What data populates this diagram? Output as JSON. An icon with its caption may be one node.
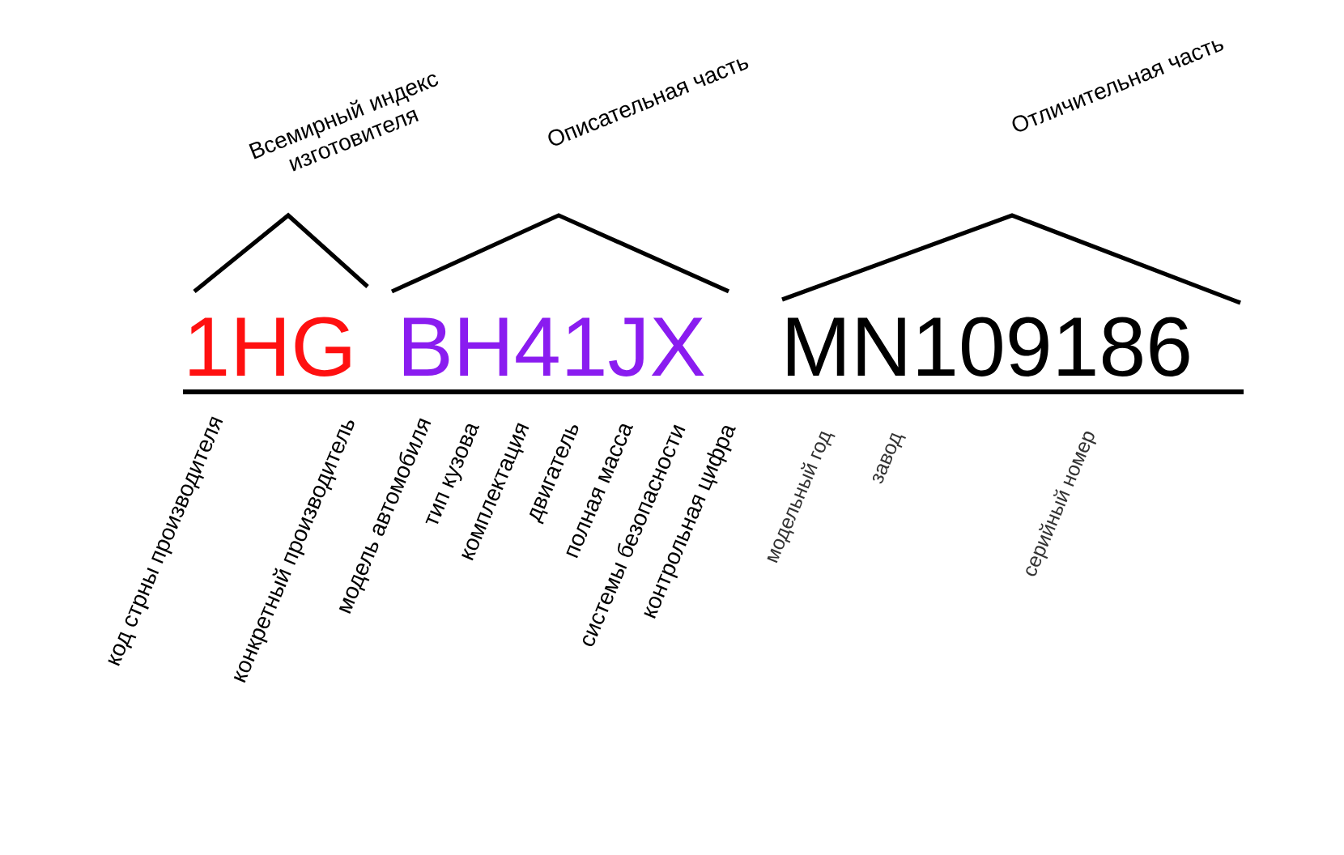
{
  "diagram": {
    "labels": [
      "Всемирный индекс изготовителя",
      "Описательная часть",
      "Отличительная часть",
      "1HG",
      "BH41JX",
      "MN109186",
      "код стрны производителя",
      "конкретный производитель",
      "модель автомобиля",
      "тип кузова",
      "комплектация",
      "двигатель",
      "полная масса",
      "системы безопасности",
      "контрольная цифра",
      "модельный год",
      "завод",
      "серийный номер"
    ]
  }
}
